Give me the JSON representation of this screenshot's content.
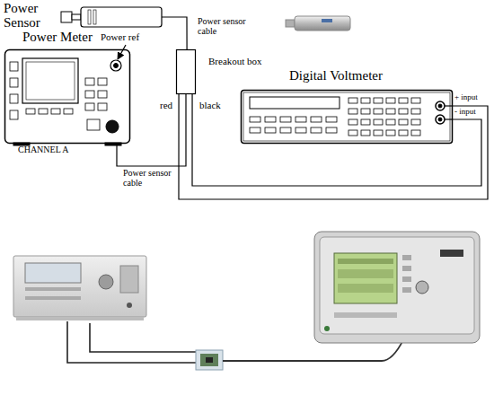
{
  "diagram": {
    "nodes": [
      {
        "text": [
          "Power Sensor"
        ]
      },
      {
        "text": [
          "Breakout box"
        ]
      },
      {
        "text": [
          "Power Meter",
          "CHANNEL A"
        ]
      },
      {
        "text": [
          "Digital Voltmeter"
        ]
      }
    ],
    "edges": [
      {
        "from": 0,
        "to": 1,
        "arrow": "none",
        "label": "Power sensor cable"
      },
      {
        "from": 1,
        "to": 2,
        "arrow": "none",
        "label": "Power sensor cable"
      },
      {
        "from": 1,
        "to": 3,
        "arrow": "none",
        "label": "red"
      },
      {
        "from": 1,
        "to": 3,
        "arrow": "none",
        "label": "black"
      }
    ],
    "labels": [
      "Power ref",
      "+ input",
      "- input"
    ]
  }
}
